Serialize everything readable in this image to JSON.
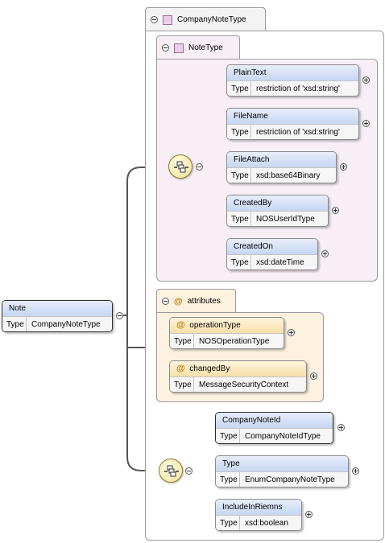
{
  "root": {
    "name": "Note",
    "type_key": "Type",
    "type_value": "CompanyNoteType"
  },
  "company_note_type": {
    "label": "CompanyNoteType"
  },
  "note_type": {
    "label": "NoteType",
    "elements": [
      {
        "name": "PlainText",
        "type_key": "Type",
        "type_value": "restriction of 'xsd:string'"
      },
      {
        "name": "FileName",
        "type_key": "Type",
        "type_value": "restriction of 'xsd:string'"
      },
      {
        "name": "FileAttach",
        "type_key": "Type",
        "type_value": "xsd:base64Binary"
      },
      {
        "name": "CreatedBy",
        "type_key": "Type",
        "type_value": "NOSUserIdType"
      },
      {
        "name": "CreatedOn",
        "type_key": "Type",
        "type_value": "xsd:dateTime"
      }
    ]
  },
  "attributes": {
    "label": "attributes",
    "at_symbol": "@",
    "items": [
      {
        "name": "operationType",
        "type_key": "Type",
        "type_value": "NOSOperationType"
      },
      {
        "name": "changedBy",
        "type_key": "Type",
        "type_value": "MessageSecurityContext"
      }
    ]
  },
  "company_elements": [
    {
      "name": "CompanyNoteId",
      "type_key": "Type",
      "type_value": "CompanyNoteIdType"
    },
    {
      "name": "Type",
      "type_key": "Type",
      "type_value": "EnumCompanyNoteType"
    },
    {
      "name": "IncludeInRiemns",
      "type_key": "Type",
      "type_value": "xsd:boolean"
    }
  ],
  "colors": {
    "type_group_bg": "#f7eef6",
    "attr_group_bg": "#fdf2e0",
    "element_header": "#c7d6f2",
    "attr_header": "#f7dfaa",
    "connector": "#555555"
  },
  "icons": {
    "collapse": "minus-circle-icon",
    "expand": "plus-circle-icon",
    "sequence": "sequence-compositor-icon",
    "complex_type": "complex-type-icon",
    "attribute": "at-sign-icon"
  }
}
